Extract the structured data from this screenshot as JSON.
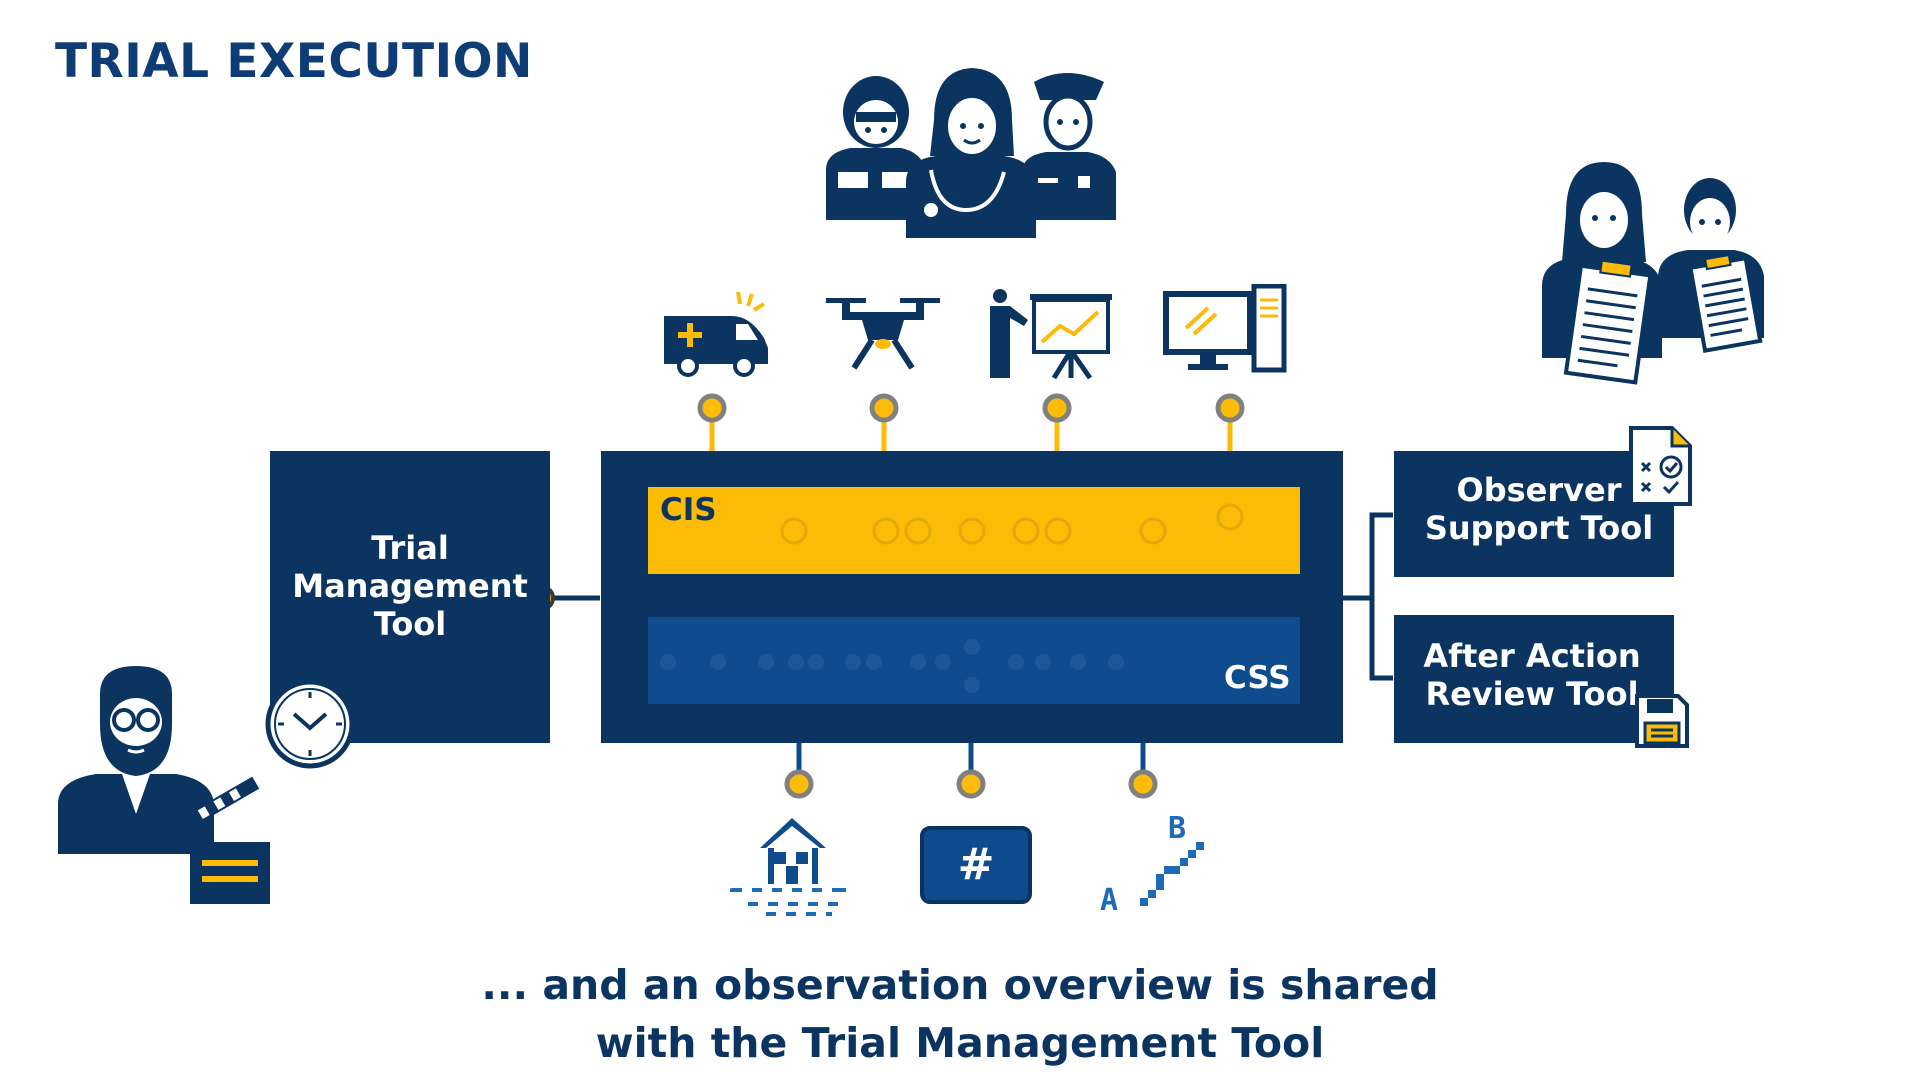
{
  "title": "TRIAL EXECUTION",
  "trial_management_tool": {
    "label_lines": [
      "Trial",
      "Management",
      "Tool"
    ]
  },
  "cis_label": "CIS",
  "css_label": "CSS",
  "observer_support_tool": {
    "label_lines": [
      "Observer",
      "Support Tool"
    ]
  },
  "after_action_review_tool": {
    "label_lines": [
      "After Action",
      "Review Tool"
    ]
  },
  "simulator_hashtag": "#",
  "route_labels": {
    "start": "A",
    "end": "B"
  },
  "caption": {
    "line1": "... and an observation overview is shared",
    "line2": "with the Trial Management Tool"
  },
  "colors": {
    "navy": "#0b3560",
    "yellow": "#fbbb06",
    "blue": "#0f4c8e",
    "title": "#0e3d75"
  },
  "icons": [
    "firefighter-icon",
    "doctor-icon",
    "police-officer-icon",
    "ambulance-icon",
    "drone-icon",
    "presentation-icon",
    "computer-icon",
    "observers-icon",
    "checklist-icon",
    "floppy-disk-icon",
    "director-icon",
    "clapperboard-icon",
    "clock-icon",
    "flooded-house-icon",
    "hashtag-icon",
    "route-icon"
  ]
}
